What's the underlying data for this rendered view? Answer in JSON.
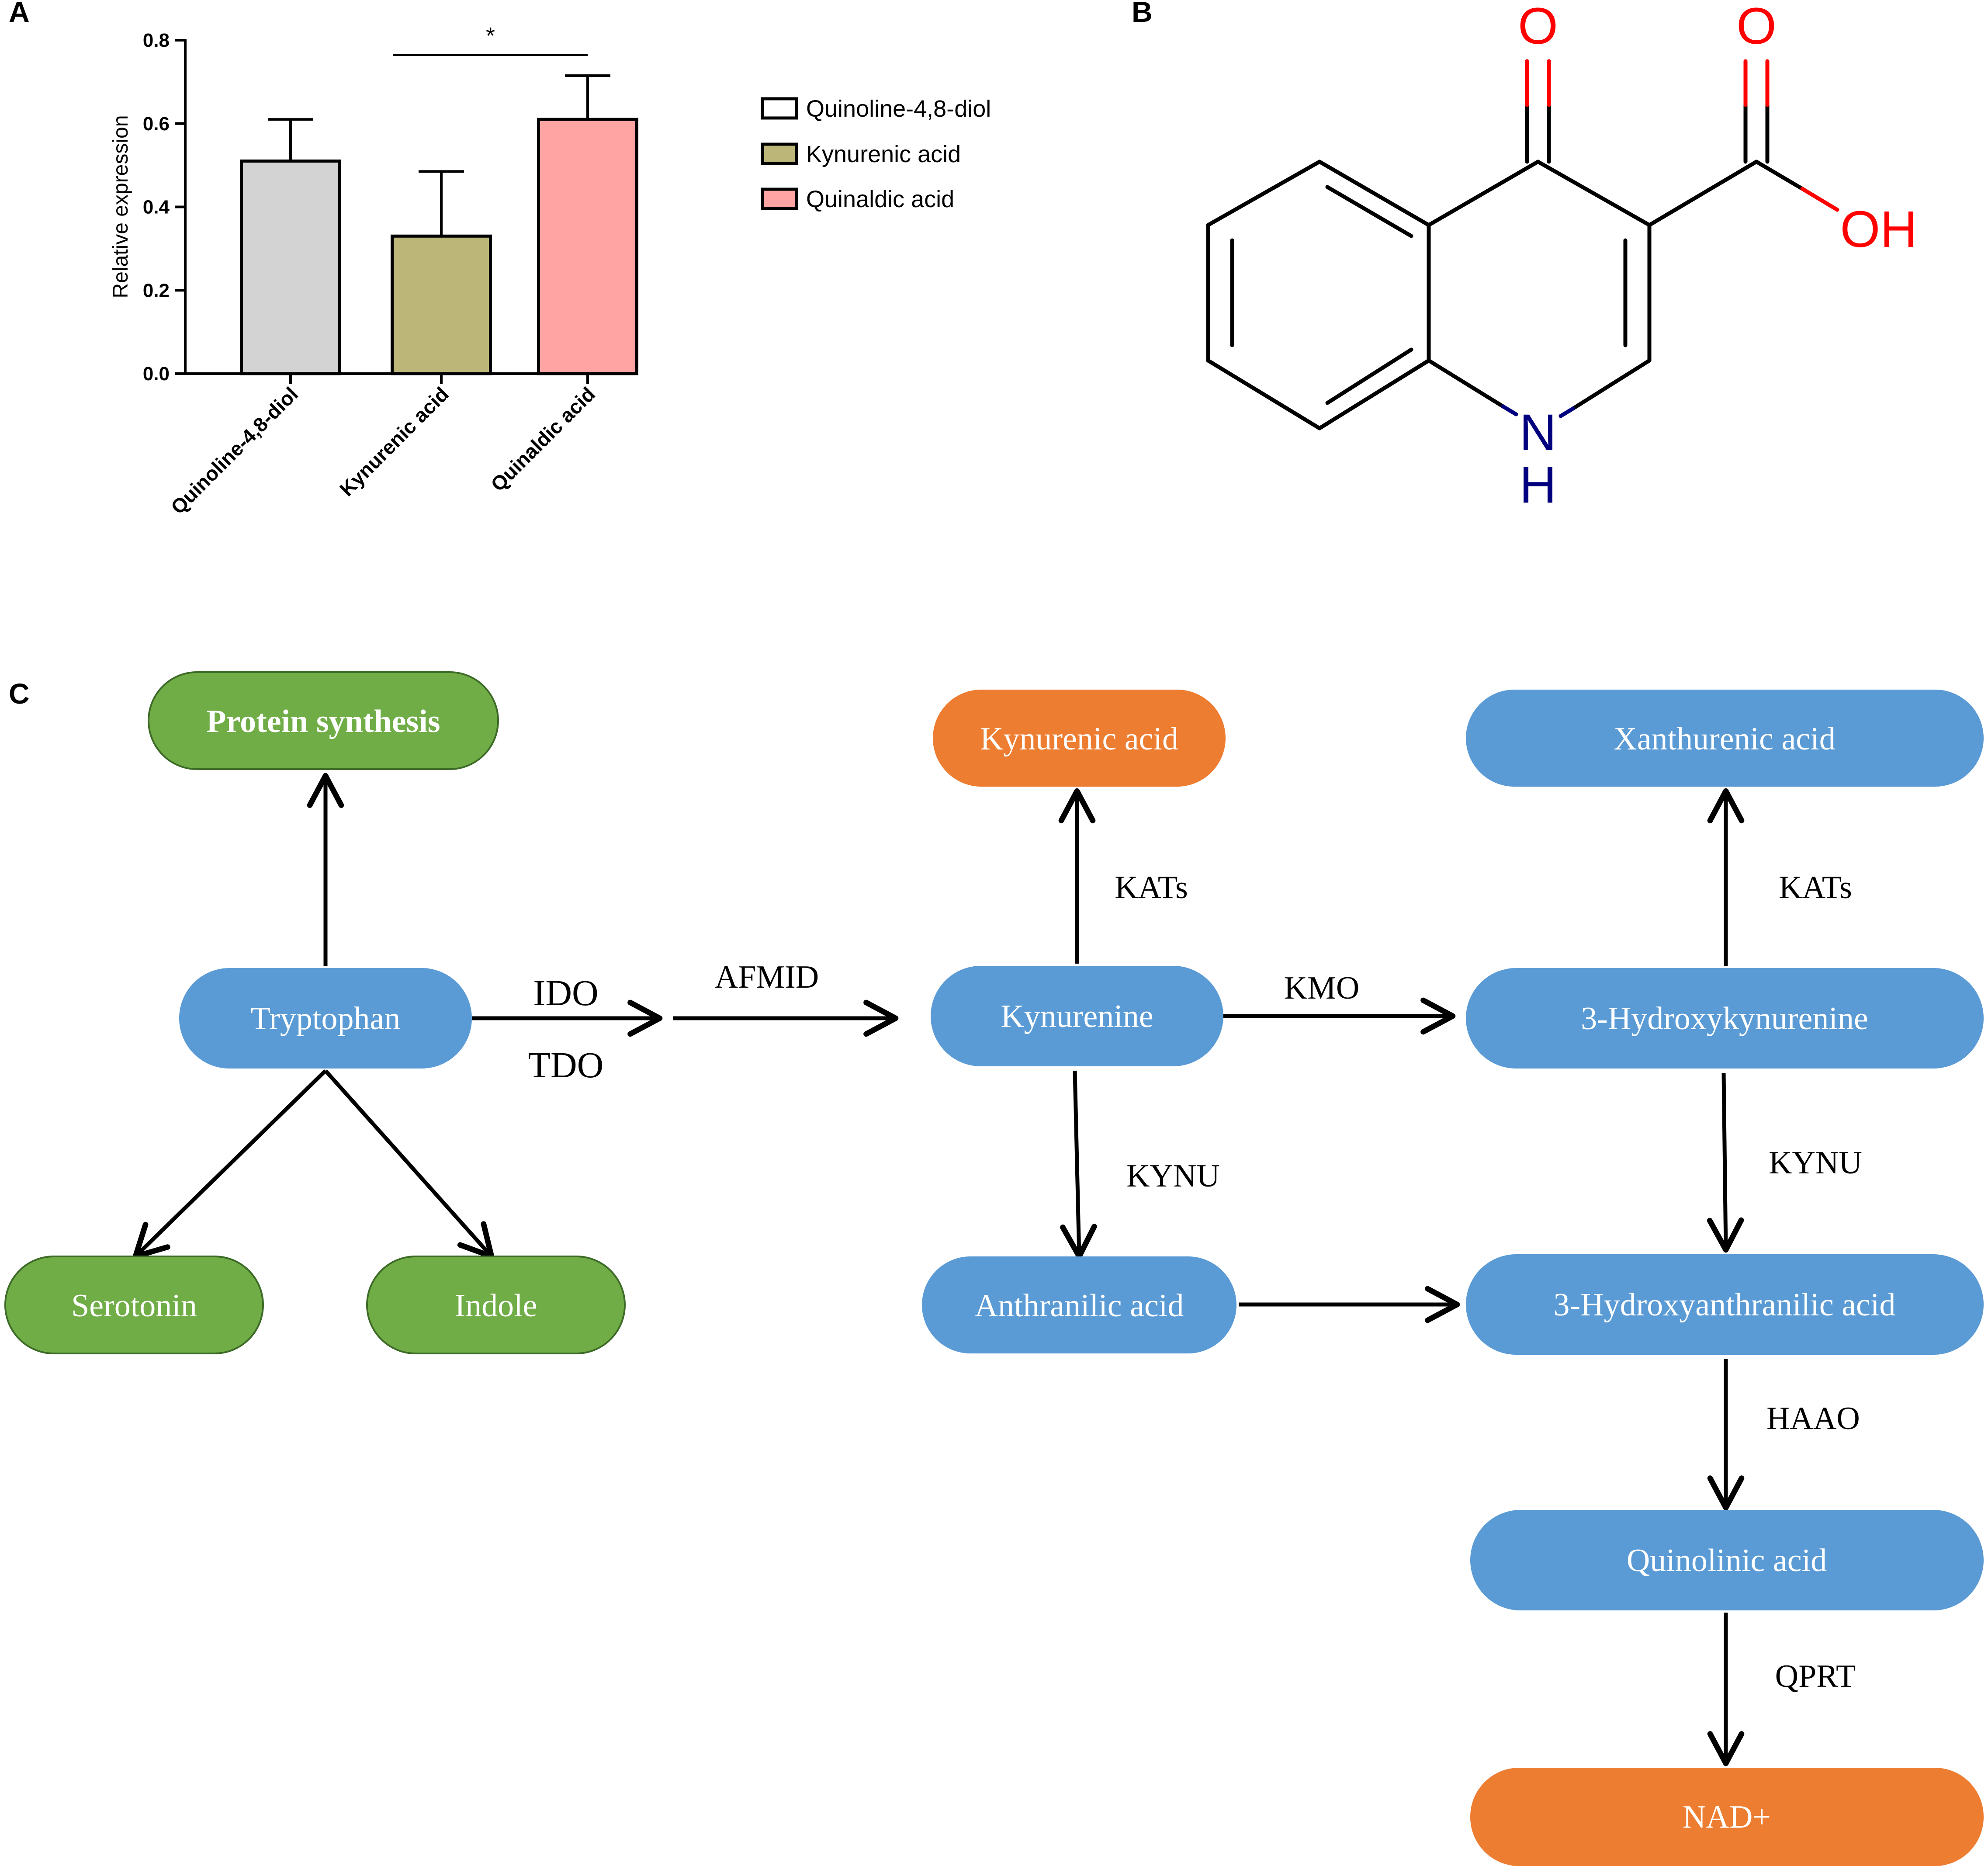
{
  "panels": {
    "a": "A",
    "b": "B",
    "c": "C"
  },
  "chart_data": {
    "type": "bar",
    "categories": [
      "Quinoline-4,8-diol",
      "Kynurenic acid",
      "Quinaldic acid"
    ],
    "values": [
      0.51,
      0.33,
      0.61
    ],
    "errors": [
      0.1,
      0.155,
      0.105
    ],
    "colors": [
      "#d3d3d3",
      "#bdb679",
      "#ffa3a3"
    ],
    "title": "",
    "xlabel": "",
    "ylabel": "Relative expression",
    "ylim": [
      0,
      0.8
    ],
    "yticks": [
      "0.0",
      "0.2",
      "0.4",
      "0.6",
      "0.8"
    ],
    "grid": false,
    "legend": {
      "position": "right",
      "entries": [
        "Quinoline-4,8-diol",
        "Kynurenic acid",
        "Quinaldic acid"
      ],
      "swatch_colors": [
        "#ffffff",
        "#bdb679",
        "#ffa3a3"
      ]
    },
    "significance": {
      "between": [
        1,
        2
      ],
      "label": "*"
    }
  },
  "structure": {
    "oxygen_ketone": "O",
    "oxygen_acid": "O",
    "hydroxyl": "OH",
    "nitrogen": "N",
    "hydrogen": "H",
    "colors": {
      "oxygen": "#ff0000",
      "nitrogen": "#00007f",
      "bond": "#000000"
    }
  },
  "pathway": {
    "colors": {
      "green": "#70ad47",
      "green_border": "#3d6b27",
      "blue": "#5b9bd5",
      "orange": "#ed7d31"
    },
    "nodes": {
      "protein_synthesis": "Protein synthesis",
      "tryptophan": "Tryptophan",
      "serotonin": "Serotonin",
      "indole": "Indole",
      "kynurenic_acid": "Kynurenic acid",
      "kynurenine": "Kynurenine",
      "anthranilic_acid": "Anthranilic acid",
      "xanthurenic_acid": "Xanthurenic acid",
      "hydroxykynurenine": "3-Hydroxykynurenine",
      "hydroxyanthranilic_acid": "3-Hydroxyanthranilic acid",
      "quinolinic_acid": "Quinolinic acid",
      "nad": "NAD+"
    },
    "enzymes": {
      "ido": "IDO",
      "tdo": "TDO",
      "afmid": "AFMID",
      "kats_1": "KATs",
      "kmo": "KMO",
      "kats_2": "KATs",
      "kynu_1": "KYNU",
      "kynu_2": "KYNU",
      "haao": "HAAO",
      "qprt": "QPRT"
    }
  }
}
